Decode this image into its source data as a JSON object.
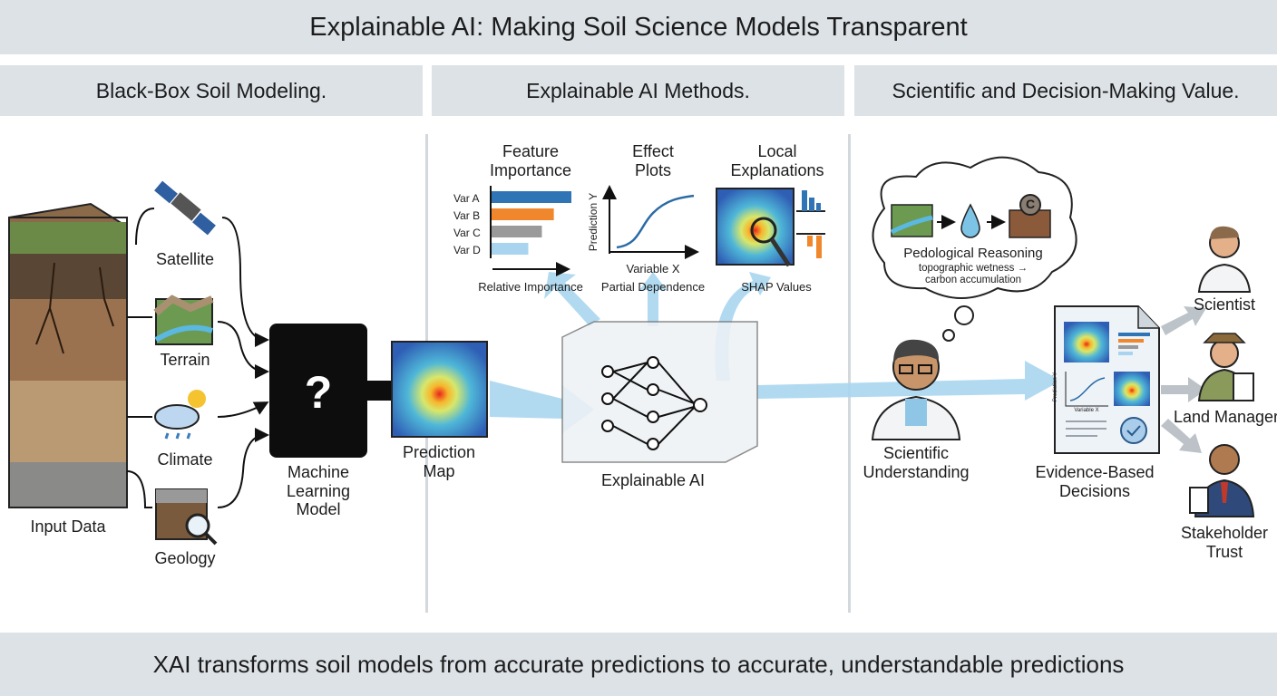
{
  "title": "Explainable AI: Making Soil Science Models Transparent",
  "sections": [
    {
      "label": "Black-Box Soil Modeling."
    },
    {
      "label": "Explainable AI Methods."
    },
    {
      "label": "Scientific and Decision-Making Value."
    }
  ],
  "blackbox": {
    "input_data": "Input Data",
    "inputs": [
      "Satellite",
      "Terrain",
      "Climate",
      "Geology"
    ],
    "model_symbol": "?",
    "model_label": [
      "Machine",
      "Learning",
      "Model"
    ],
    "prediction_label": [
      "Prediction",
      "Map"
    ]
  },
  "xai": {
    "feature_importance": {
      "title": [
        "Feature",
        "Importance"
      ],
      "vars": [
        "Var A",
        "Var B",
        "Var C",
        "Var D"
      ],
      "relative_values": [
        1.0,
        0.78,
        0.63,
        0.46
      ],
      "colors": [
        "#2f74b5",
        "#f0872d",
        "#9a9a9a",
        "#a9d4ef"
      ],
      "axis_label": "Relative Importance"
    },
    "effect_plots": {
      "title": [
        "Effect",
        "Plots"
      ],
      "ylabel": "Prediction Y",
      "xlabel": "Variable X",
      "caption": "Partial Dependence"
    },
    "local_explanations": {
      "title": [
        "Local",
        "Explanations"
      ],
      "caption": "SHAP Values"
    },
    "center_label": "Explainable AI"
  },
  "value": {
    "cloud_title": "Pedological Reasoning",
    "cloud_sub": [
      "topographic wetness →",
      "carbon accumulation"
    ],
    "cloud_symbol": "C",
    "scientist_label": [
      "Scientific",
      "Understanding"
    ],
    "doc_ylabel": "Prediction Y",
    "doc_xlabel": "Variable X",
    "decisions_label": [
      "Evidence-Based",
      "Decisions"
    ],
    "audiences": [
      "Scientist",
      "Land Manager",
      "Stakeholder Trust"
    ]
  },
  "footer": "XAI transforms soil models from accurate predictions to accurate, understandable predictions",
  "colors": {
    "arrow": "#a9d6f0",
    "banner": "#dde2e7",
    "dark": "#111111"
  }
}
